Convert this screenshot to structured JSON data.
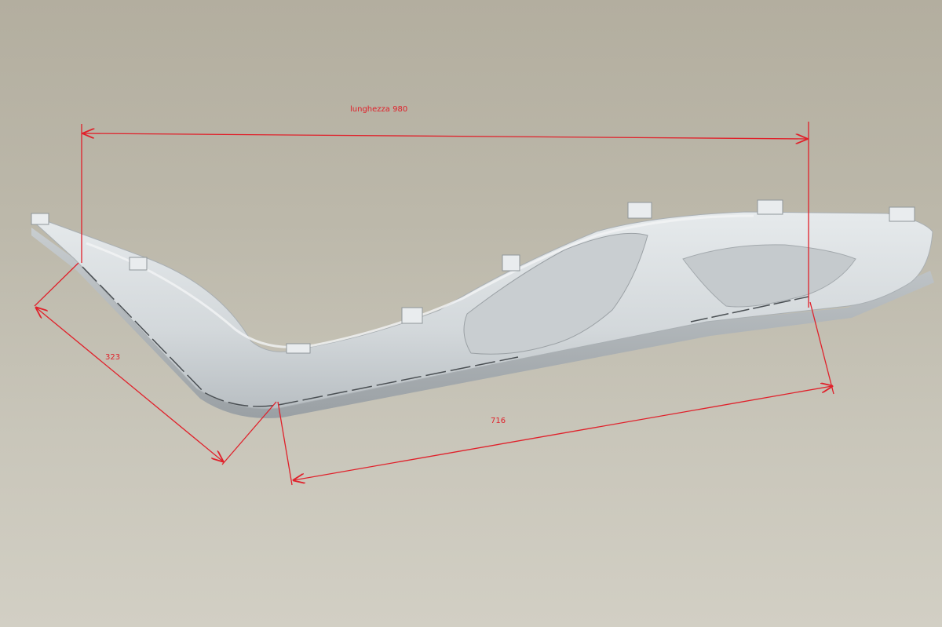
{
  "dimensions": {
    "length_label": "lunghezza 980",
    "left_segment_label": "323",
    "right_segment_label": "716"
  },
  "colors": {
    "background_top": "#b3ae9f",
    "background_bottom": "#d2cfc4",
    "part_fill": "#d8dde0",
    "part_shadow": "#aeb4b8",
    "dimension_line": "#e0202a"
  }
}
